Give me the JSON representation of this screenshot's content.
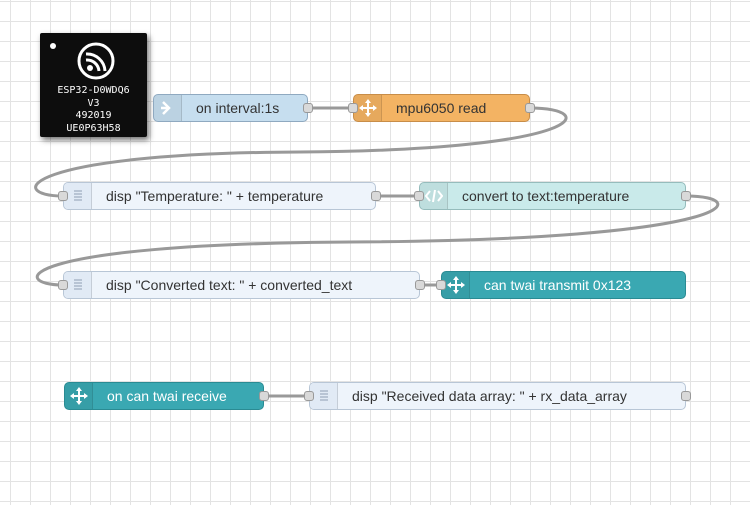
{
  "chip": {
    "lines": [
      "ESP32-D0WDQ6",
      "V3",
      "492019",
      "UE0P63H58"
    ]
  },
  "nodes": {
    "interval": {
      "label": "on interval:1s",
      "icon": "arrow-inject-icon"
    },
    "mpu": {
      "label": "mpu6050 read",
      "icon": "move-arrows-icon"
    },
    "disp_temp": {
      "label": "disp \"Temperature: \" + temperature",
      "icon": "list-lines-icon"
    },
    "convert": {
      "label": "convert to text:temperature",
      "icon": "code-brackets-icon"
    },
    "disp_conv": {
      "label": "disp \"Converted text: \" + converted_text",
      "icon": "list-lines-icon"
    },
    "can_tx": {
      "label": "can twai transmit 0x123",
      "icon": "move-arrows-icon"
    },
    "can_rx": {
      "label": "on can twai receive",
      "icon": "move-arrows-icon"
    },
    "disp_rx": {
      "label": "disp \"Received data array: \" + rx_data_array",
      "icon": "list-lines-icon"
    }
  },
  "colors": {
    "grid": "#e3e3e3",
    "wire": "#999999",
    "node_white": "#eef4fb",
    "node_blue": "#c6deef",
    "node_orange": "#f3b363",
    "node_lightteal": "#c9eaea",
    "node_teal": "#3aa8b2"
  }
}
